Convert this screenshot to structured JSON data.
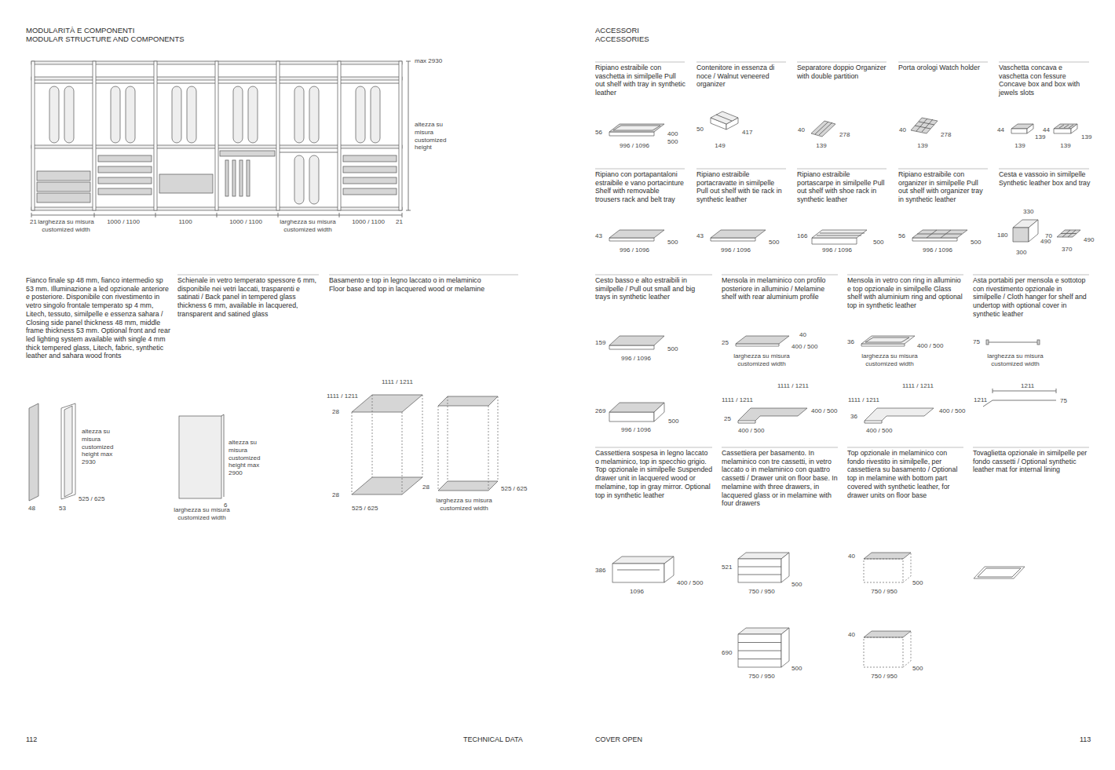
{
  "diagram": {
    "labels": [
      "MODULARITÀ E COMPONENTI",
      "MODULAR STRUCTURE AND COMPONENTS",
      "max 2930",
      "altezza su misura customized height",
      "21",
      "larghezza su misura customized width",
      "1000 / 1100",
      "1100",
      "1000 / 1100",
      "larghezza su misura customized width",
      "1000 / 1100",
      "21",
      "Fianco finale sp 48 mm, fianco intermedio sp 53 mm. Illuminazione a led opzionale anteriore e posteriore. Disponibile con rivestimento in vetro singolo frontale temperato sp 4 mm, Litech, tessuto, similpelle e essenza sahara / Closing side panel thickness 48 mm, middle frame thickness 53 mm. Optional front and rear led lighting system available with single 4 mm thick tempered glass, Litech, fabric, synthetic leather and sahara wood fronts",
      "Schienale in vetro temperato spessore 6 mm, disponibile nei vetri laccati, trasparenti e satinati / Back panel in tempered glass thickness 6 mm, available in lacquered, transparent and satined glass",
      "Basamento e top in legno laccato o in melaminico",
      "Floor base and top in lacquered wood or melamine",
      "altezza su misura customized height max 2930",
      "48",
      "53",
      "525 / 625",
      "altezza su misura customized height max 2900",
      "6",
      "larghezza su misura customized width",
      "1111 / 1211",
      "1111 / 1211",
      "28",
      "28",
      "525 / 625",
      "28",
      "525 / 625",
      "larghezza su misura customized width",
      "112",
      "TECHNICAL DATA",
      "ACCESSORI",
      "ACCESSORIES",
      "Ripiano estraibile con vaschetta in similpelle Pull out shelf with tray in synthetic leather",
      "Contenitore in essenza di noce / Walnut veneered organizer",
      "Separatore doppio Organizer with double partition",
      "Porta orologi Watch holder",
      "Vaschetta concava e vaschetta con fessure Concave box and box with jewels slots",
      "56",
      "400 500",
      "996 / 1096",
      "50",
      "417",
      "149",
      "40",
      "278",
      "139",
      "40",
      "278",
      "139",
      "44",
      "139",
      "139",
      "44",
      "139",
      "139",
      "Ripiano con portapantaloni estraibile e vano portacinture Shelf with removable trousers rack and belt tray",
      "Ripiano estraibile portacravatte in similpelle Pull out shelf with tie rack in synthetic leather",
      "Ripiano estraibile portascarpe in similpelle Pull out shelf with shoe rack in synthetic leather",
      "Ripiano estraibile con organizer in similpelle Pull out shelf with organizer tray in synthetic leather",
      "Cesta e vassoio in similpelle Synthetic leather box and tray",
      "43",
      "500",
      "996 / 1096",
      "43",
      "500",
      "996 / 1096",
      "166",
      "500",
      "996 / 1096",
      "56",
      "500",
      "996 / 1096",
      "330",
      "180",
      "490",
      "300",
      "70",
      "490",
      "370",
      "Cesto basso e alto estraibili in similpelle / Pull out small and big trays in synthetic leather",
      "Mensola in melaminico con profilo posteriore in alluminio / Melamine shelf with rear aluminium profile",
      "Mensola in vetro con ring in alluminio e top opzionale in similpelle Glass shelf with aluminium ring and optional top in synthetic leather",
      "Asta portabiti per mensola e sottotop con rivestimento opzionale in similpelle / Cloth hanger for shelf and undertop with optional cover in synthetic leather",
      "159",
      "500",
      "996 / 1096",
      "25",
      "40",
      "400 / 500",
      "larghezza su misura customized width",
      "36",
      "400 / 500",
      "larghezza su misura customized width",
      "75",
      "larghezza su misura customized width",
      "269",
      "500",
      "996 / 1096",
      "1111 / 1211",
      "1111 / 1211",
      "25",
      "400 / 500",
      "400 / 500",
      "1111 / 1211",
      "1111 / 1211",
      "36",
      "400 / 500",
      "400 / 500",
      "1211",
      "1211",
      "75",
      "Cassettiera sospesa in legno laccato o melaminico, top in specchio grigio. Top opzionale in similpelle Suspended drawer unit in lacquered wood or melamine, top in gray mirror. Optional top in synthetic leather",
      "Cassettiera per basamento. In melaminico con tre cassetti, in vetro laccato o in melaminico con quattro cassetti / Drawer unit on floor base. In melamine with three drawers, in lacquered glass or in melamine with four drawers",
      "Top opzionale in melaminico con fondo rivestito in similpelle, per cassettiera su basamento / Optional top in melamine with bottom part covered with synthetic leather, for drawer units on floor base",
      "Tovaglietta opzionale in similpelle per fondo cassetti / Optional synthetic leather mat for internal lining",
      "386",
      "400 / 500",
      "1096",
      "521",
      "500",
      "750 / 950",
      "40",
      "500",
      "750 / 950",
      "690",
      "500",
      "750 / 950",
      "40",
      "500",
      "750 / 950",
      "COVER OPEN",
      "113"
    ]
  }
}
